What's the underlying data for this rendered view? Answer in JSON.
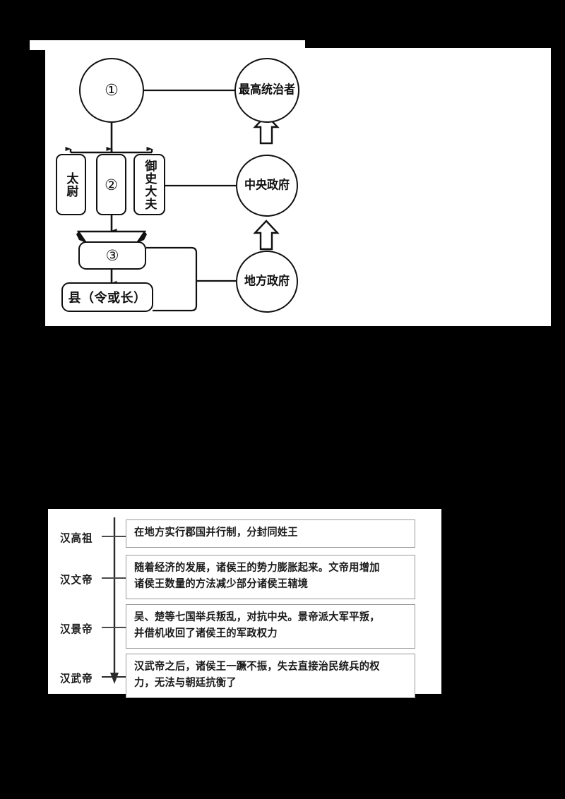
{
  "diagram": {
    "title_nodes": {
      "node1": "①",
      "node2": "②",
      "node3": "③"
    },
    "left_column": {
      "top_circle_label": "①",
      "officers": [
        {
          "label": "太尉",
          "name": "taiwei"
        },
        {
          "label": "②",
          "name": "node-2"
        },
        {
          "label": "御史大夫",
          "name": "yushidafu"
        }
      ],
      "commandery_label": "③",
      "county_label": "县（令或长）"
    },
    "right_column": {
      "supreme_ruler": "最高统治者",
      "central_government": "中央政府",
      "local_government": "地方政府"
    }
  },
  "timeline": {
    "rows": [
      {
        "emperor": "汉高祖",
        "lines": [
          "在地方实行郡国并行制，分封同姓王"
        ]
      },
      {
        "emperor": "汉文帝",
        "lines": [
          "随着经济的发展，诸侯王的势力膨胀起来。文帝用增加",
          "诸侯王数量的方法减少部分诸侯王辖境"
        ]
      },
      {
        "emperor": "汉景帝",
        "lines": [
          "吴、楚等七国举兵叛乱，对抗中央。景帝派大军平叛，",
          "并借机收回了诸侯王的军政权力"
        ]
      },
      {
        "emperor": "汉武帝",
        "lines": [
          "汉武帝之后，诸侯王一蹶不振，失去直接治民统兵的权",
          "力，无法与朝廷抗衡了"
        ]
      }
    ]
  },
  "colors": {
    "page_background": "#000000",
    "panel_background": "#ffffff",
    "ink": "#111111",
    "timeline_box_border": "#9a9a9a",
    "timeline_axis": "#2a2a2a"
  }
}
